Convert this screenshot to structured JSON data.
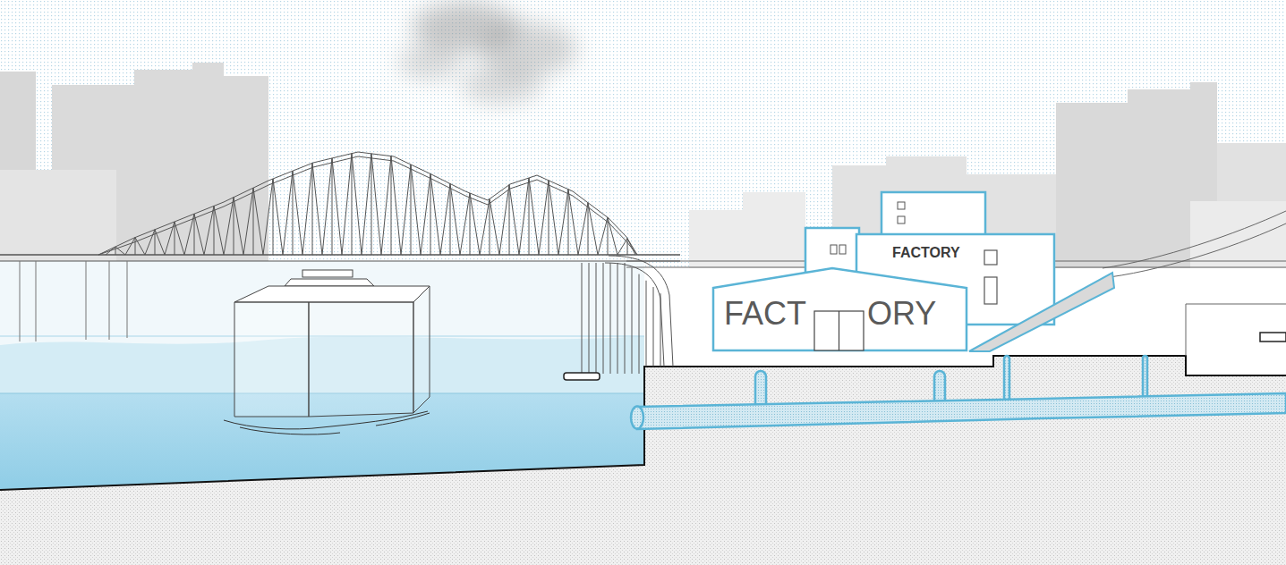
{
  "diagram": {
    "nodes": [
      {
        "text": [
          "FACTORY"
        ]
      },
      {
        "text": [
          "FACT",
          "ORY"
        ]
      }
    ]
  }
}
